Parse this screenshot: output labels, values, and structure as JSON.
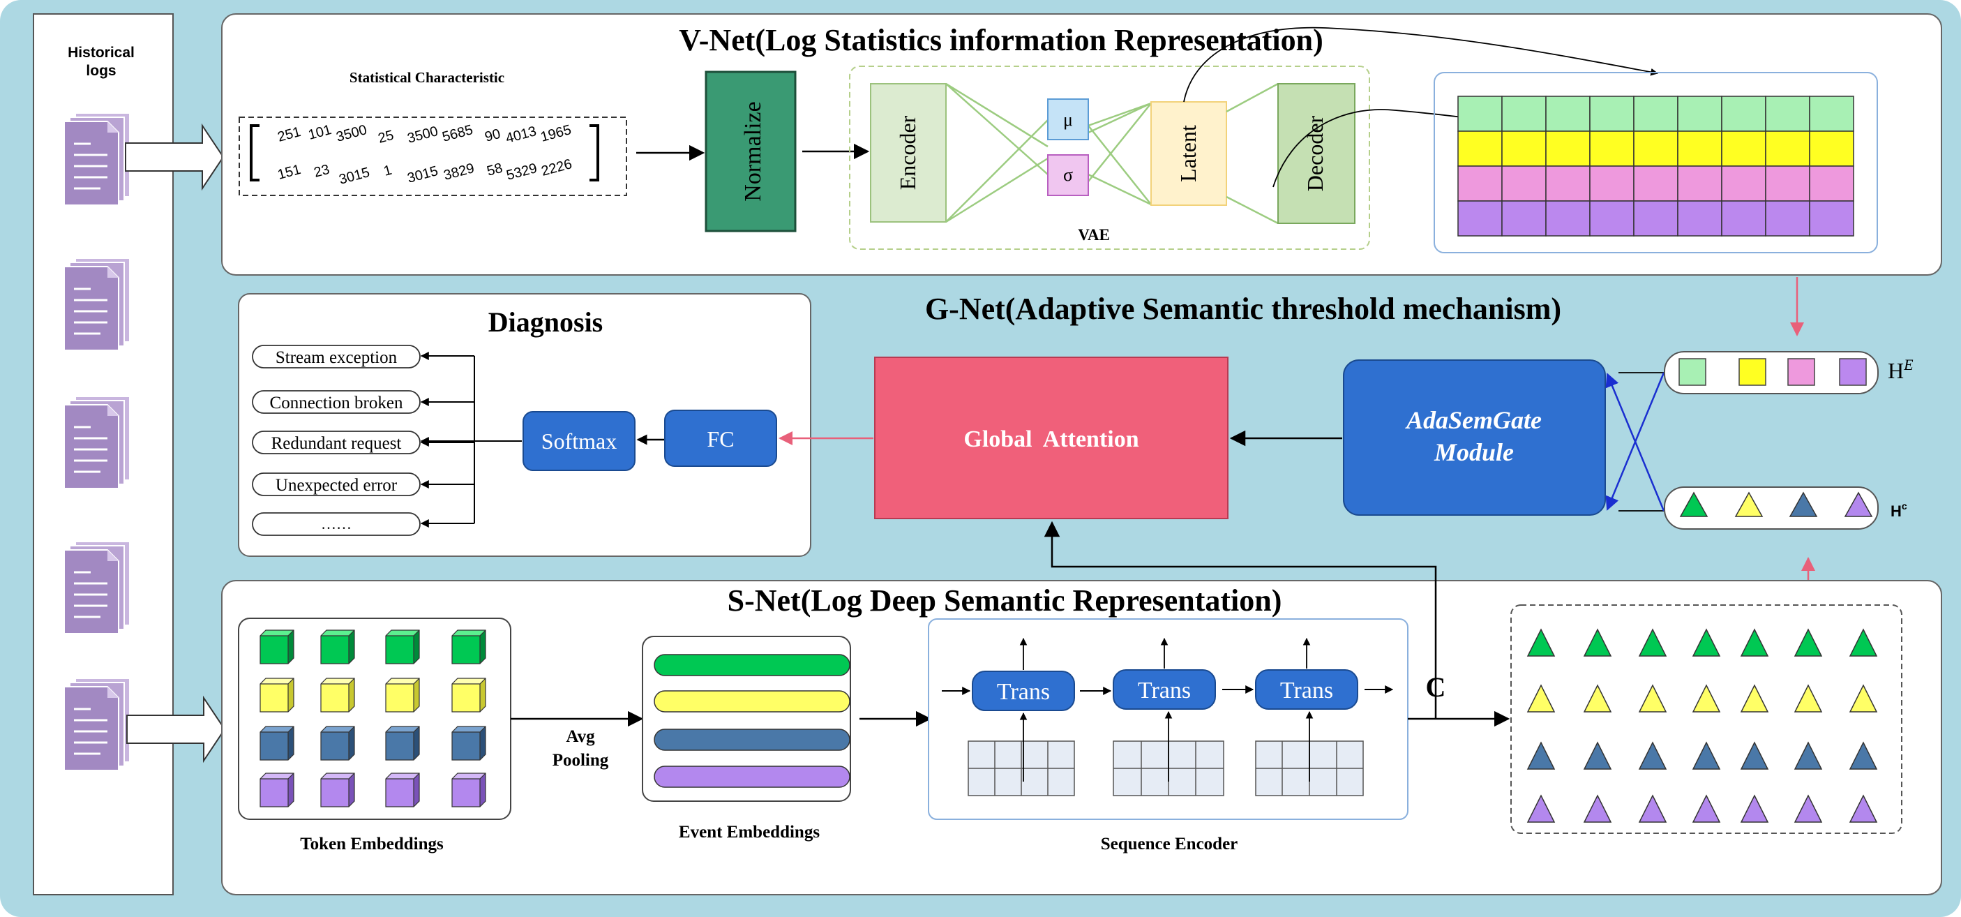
{
  "left_panel": {
    "title_line1": "Historical",
    "title_line2": "logs"
  },
  "vnet": {
    "title": "V-Net(Log Statistics information Representation)",
    "stat_label": "Statistical Characteristic",
    "matrix_row1": [
      "251",
      "101",
      "3500",
      "25",
      "3500",
      "5685",
      "90",
      "4013",
      "1965"
    ],
    "matrix_row2": [
      "151",
      "23",
      "3015",
      "1",
      "3015",
      "3829",
      "58",
      "5329",
      "2226"
    ],
    "normalize": "Normalize",
    "encoder": "Encoder",
    "mu": "μ",
    "sigma": "σ",
    "latent": "Latent",
    "decoder": "Decoder",
    "vae_label": "VAE",
    "grid_colors": [
      "#a8f0b4",
      "#ffff22",
      "#ee99dd",
      "#bb88ee"
    ]
  },
  "diagnosis": {
    "title": "Diagnosis",
    "items": [
      "Stream exception",
      "Connection broken",
      "Redundant request",
      "Unexpected error",
      "……"
    ],
    "softmax": "Softmax",
    "fc": "FC"
  },
  "gnet": {
    "title": "G-Net(Adaptive Semantic threshold mechanism)",
    "attention": "Global  Attention",
    "adasem_line1": "AdaSemGate",
    "adasem_line2": "Module",
    "he_label": "H",
    "he_sup": "E",
    "hc_label": "H",
    "hc_sup": "c"
  },
  "snet": {
    "title": "S-Net(Log Deep Semantic Representation)",
    "token_label": "Token Embeddings",
    "pool_line1": "Avg",
    "pool_line2": "Pooling",
    "event_label": "Event Embeddings",
    "trans_labels": [
      "Trans",
      "Trans",
      "Trans"
    ],
    "seq_label": "Sequence Encoder",
    "c_label": "C"
  },
  "colors": {
    "background": "#add8e3",
    "green": "#00c853",
    "yellow": "#ffff66",
    "blue": "#4a78a8",
    "purple": "#b388ee",
    "attention": "#f0607a",
    "module_blue": "#2f70d0",
    "normalize": "#3a9a73",
    "pink_arrow": "#e8607a"
  }
}
